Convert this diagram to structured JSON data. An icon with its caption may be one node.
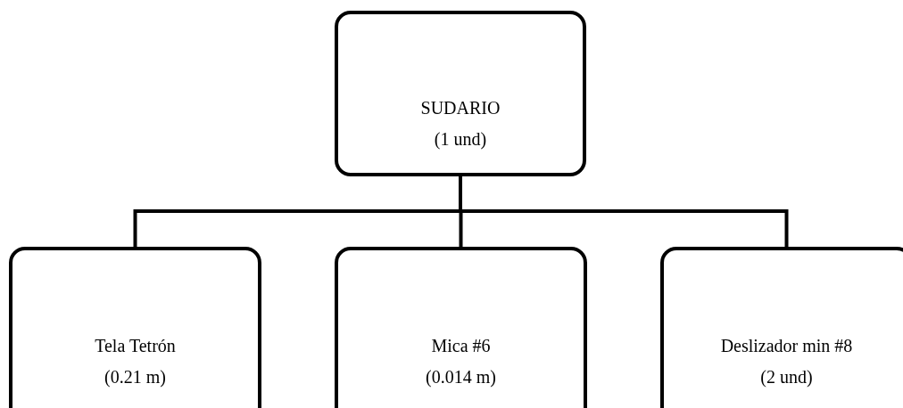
{
  "diagram": {
    "nodes": [
      {
        "text": [
          "SUDARIO",
          "(1 und)"
        ]
      },
      {
        "text": [
          "Tela Tetrón",
          "(0.21 m)"
        ]
      },
      {
        "text": [
          "Mica #6",
          "(0.014 m)"
        ]
      },
      {
        "text": [
          "Deslizador min #8",
          "(2 und)"
        ]
      }
    ],
    "edges": [
      {
        "from": 0,
        "to": 1,
        "arrow": "none"
      },
      {
        "from": 0,
        "to": 2,
        "arrow": "none"
      },
      {
        "from": 0,
        "to": 3,
        "arrow": "none"
      }
    ]
  }
}
